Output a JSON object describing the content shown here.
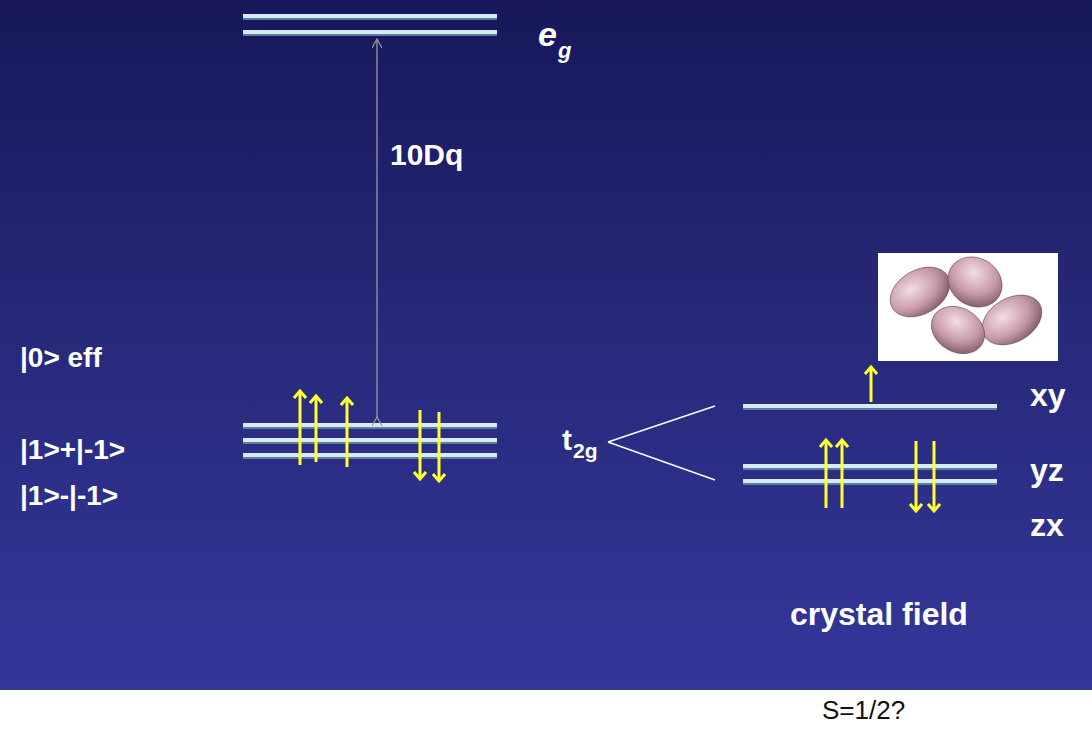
{
  "diagram": {
    "labels": [
      "e",
      "g",
      "10Dq",
      "|0> eff",
      "|1>+|-1>",
      "|1>-|-1>",
      "t",
      "2g",
      "xy",
      "yz",
      "zx",
      "crystal field",
      "S=1/2?"
    ]
  }
}
